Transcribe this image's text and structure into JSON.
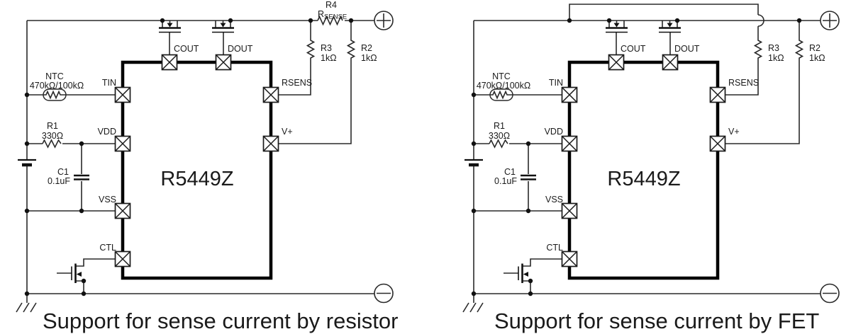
{
  "figure": {
    "left": {
      "caption": "Support for sense current by resistor",
      "ic_name": "R5449Z",
      "pins": {
        "cout": "COUT",
        "dout": "DOUT",
        "tin": "TIN",
        "vdd": "VDD",
        "vss": "VSS",
        "ctl": "CTL",
        "rsens": "RSENS",
        "vplus": "V+"
      },
      "components": {
        "ntc": {
          "name": "NTC",
          "value": "470kΩ/100kΩ"
        },
        "r1": {
          "name": "R1",
          "value": "330Ω"
        },
        "c1": {
          "name": "C1",
          "value": "0.1uF"
        },
        "r3": {
          "name": "R3",
          "value": "1kΩ"
        },
        "r2": {
          "name": "R2",
          "value": "1kΩ"
        },
        "r4": {
          "name": "R4",
          "value_main": "R",
          "value_sub": "SENSE"
        }
      },
      "terminals": {
        "plus": "+",
        "minus": "−"
      }
    },
    "right": {
      "caption": "Support for sense current by FET",
      "ic_name": "R5449Z",
      "pins": {
        "cout": "COUT",
        "dout": "DOUT",
        "tin": "TIN",
        "vdd": "VDD",
        "vss": "VSS",
        "ctl": "CTL",
        "rsens": "RSENS",
        "vplus": "V+"
      },
      "components": {
        "ntc": {
          "name": "NTC",
          "value": "470kΩ/100kΩ"
        },
        "r1": {
          "name": "R1",
          "value": "330Ω"
        },
        "c1": {
          "name": "C1",
          "value": "0.1uF"
        },
        "r3": {
          "name": "R3",
          "value": "1kΩ"
        },
        "r2": {
          "name": "R2",
          "value": "1kΩ"
        }
      },
      "terminals": {
        "plus": "+",
        "minus": "−"
      }
    }
  },
  "colors": {
    "line": "#2a2a2a",
    "ic_border": "#000000",
    "background": "#ffffff"
  }
}
